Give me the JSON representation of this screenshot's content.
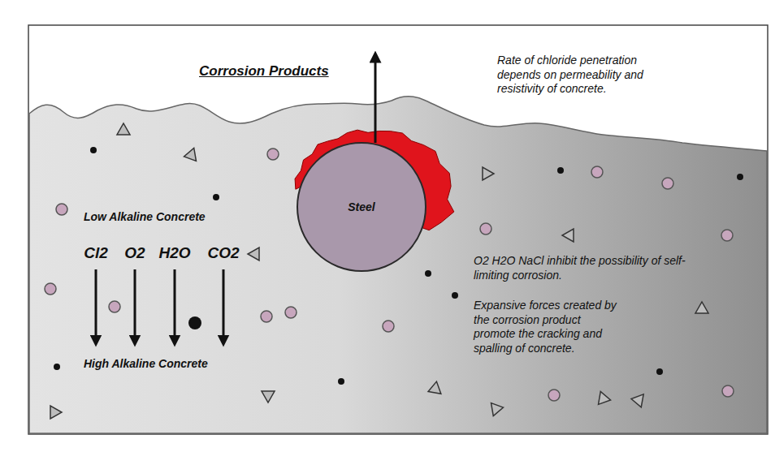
{
  "diagram": {
    "nodes": [
      {
        "text": [
          "Steel"
        ]
      }
    ],
    "labels": [
      "Corrosion Products",
      "Rate of chloride penetration depends on permeability and resistivity of concrete.",
      "Low Alkaline Concrete",
      "Cl2",
      "O2",
      "H2O",
      "CO2",
      "High Alkaline Concrete",
      "O2 H2O NaCl inhibit the possibility of self-limiting corrosion.",
      "Expansive forces created by the corrosion product promote the cracking and spalling of concrete."
    ]
  }
}
